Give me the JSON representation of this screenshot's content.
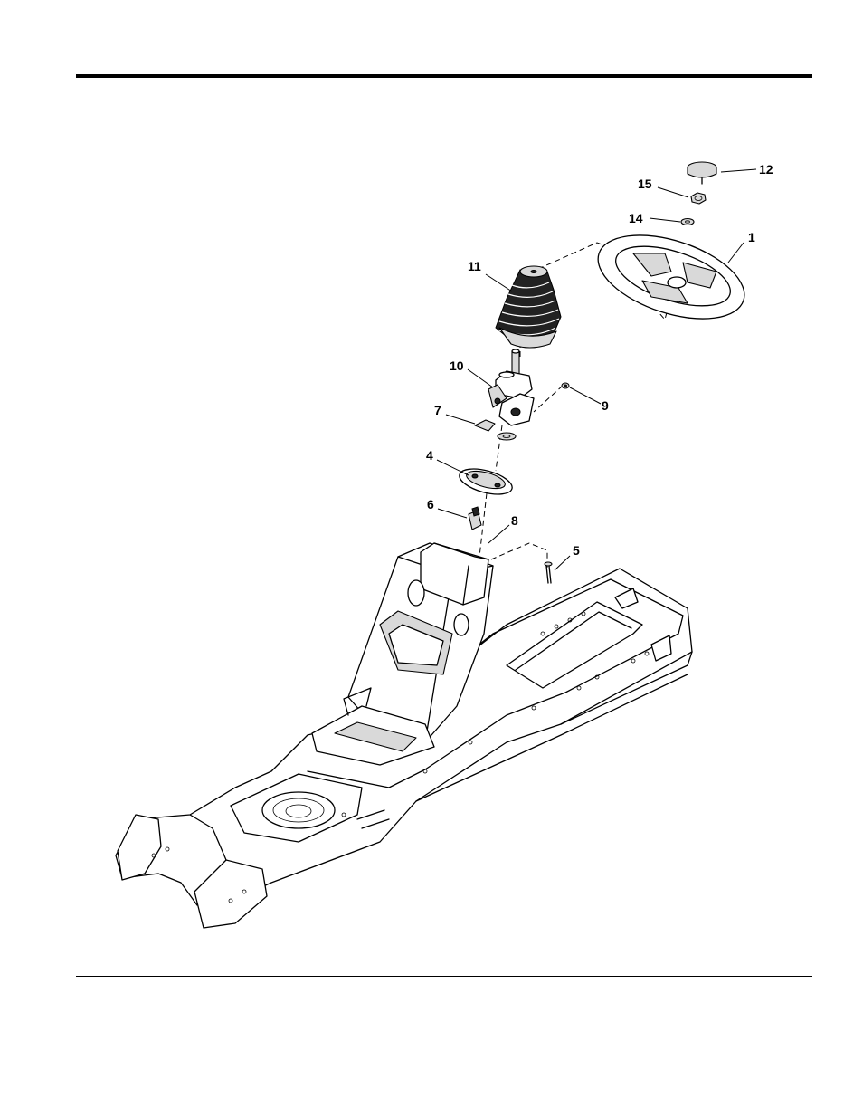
{
  "diagram": {
    "callouts": [
      {
        "id": "12",
        "label": "12"
      },
      {
        "id": "15",
        "label": "15"
      },
      {
        "id": "14",
        "label": "14"
      },
      {
        "id": "1",
        "label": "1"
      },
      {
        "id": "11",
        "label": "11"
      },
      {
        "id": "10",
        "label": "10"
      },
      {
        "id": "9",
        "label": "9"
      },
      {
        "id": "7",
        "label": "7"
      },
      {
        "id": "4",
        "label": "4"
      },
      {
        "id": "6",
        "label": "6"
      },
      {
        "id": "8",
        "label": "8"
      },
      {
        "id": "5",
        "label": "5"
      }
    ]
  }
}
